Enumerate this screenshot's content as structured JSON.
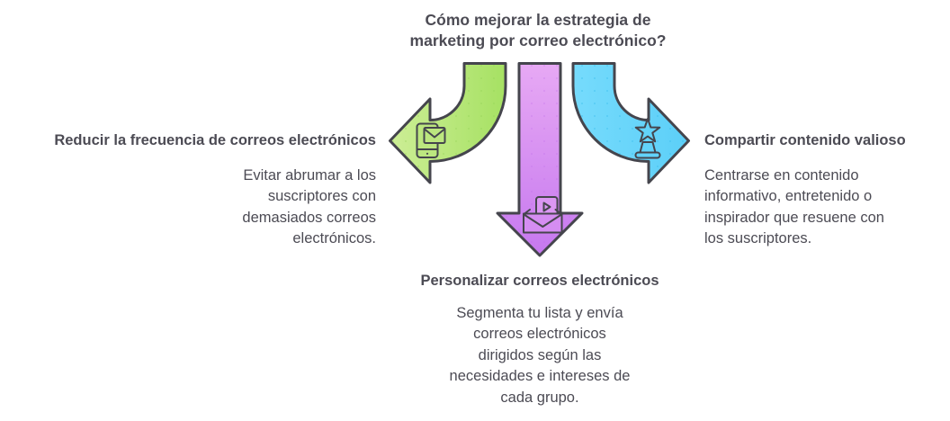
{
  "title": {
    "text": [
      "Cómo mejorar la estrategia de",
      "marketing por correo electrónico?"
    ]
  },
  "branches": {
    "left": {
      "heading": "Reducir la frecuencia de correos electrónicos",
      "body": [
        "Evitar abrumar a los",
        "suscriptores con",
        "demasiados correos",
        "electrónicos."
      ],
      "icon": "phone-email-icon",
      "arrow_color": "#b7e778",
      "direction": "left"
    },
    "center": {
      "heading": "Personalizar correos electrónicos",
      "body": [
        "Segmenta tu lista y envía",
        "correos electrónicos",
        "dirigidos según las",
        "necesidades e intereses de",
        "cada grupo."
      ],
      "icon": "video-email-icon",
      "arrow_color": "#d78ff2",
      "direction": "down"
    },
    "right": {
      "heading": "Compartir contenido valioso",
      "body": [
        "Centrarse en contenido",
        "informativo, entretenido o",
        "inspirador que resuene con",
        "los suscriptores."
      ],
      "icon": "star-trophy-icon",
      "arrow_color": "#67d5fa",
      "direction": "right"
    }
  },
  "colors": {
    "outline": "#45454d",
    "text": "#4c4b54",
    "background": "#ffffff",
    "green": "#b7e778",
    "purple": "#d78ff2",
    "blue": "#67d5fa"
  }
}
